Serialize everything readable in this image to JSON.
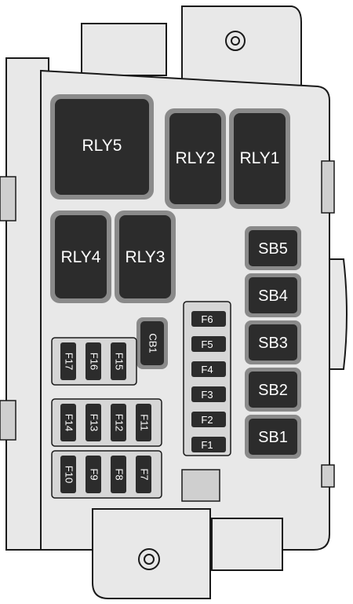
{
  "relays": [
    {
      "id": "rly5",
      "label": "RLY5"
    },
    {
      "id": "rly2",
      "label": "RLY2"
    },
    {
      "id": "rly1",
      "label": "RLY1"
    },
    {
      "id": "rly4",
      "label": "RLY4"
    },
    {
      "id": "rly3",
      "label": "RLY3"
    }
  ],
  "small_blocks": [
    {
      "id": "sb5",
      "label": "SB5"
    },
    {
      "id": "sb4",
      "label": "SB4"
    },
    {
      "id": "sb3",
      "label": "SB3"
    },
    {
      "id": "sb2",
      "label": "SB2"
    },
    {
      "id": "sb1",
      "label": "SB1"
    }
  ],
  "circuit_breaker": {
    "label": "CB1"
  },
  "horizontal_fuses": [
    {
      "label": "F6"
    },
    {
      "label": "F5"
    },
    {
      "label": "F4"
    },
    {
      "label": "F3"
    },
    {
      "label": "F2"
    },
    {
      "label": "F1"
    }
  ],
  "vertical_fuses": [
    {
      "label": "F17"
    },
    {
      "label": "F16"
    },
    {
      "label": "F15"
    },
    {
      "label": "F14"
    },
    {
      "label": "F13"
    },
    {
      "label": "F12"
    },
    {
      "label": "F11"
    },
    {
      "label": "F10"
    },
    {
      "label": "F9"
    },
    {
      "label": "F8"
    },
    {
      "label": "F7"
    }
  ],
  "colors": {
    "housing": "#e8e8e8",
    "outline": "#1a1a1a",
    "component": "#2c2c2c",
    "component_rim": "#8a8a8a",
    "label": "#ffffff"
  }
}
